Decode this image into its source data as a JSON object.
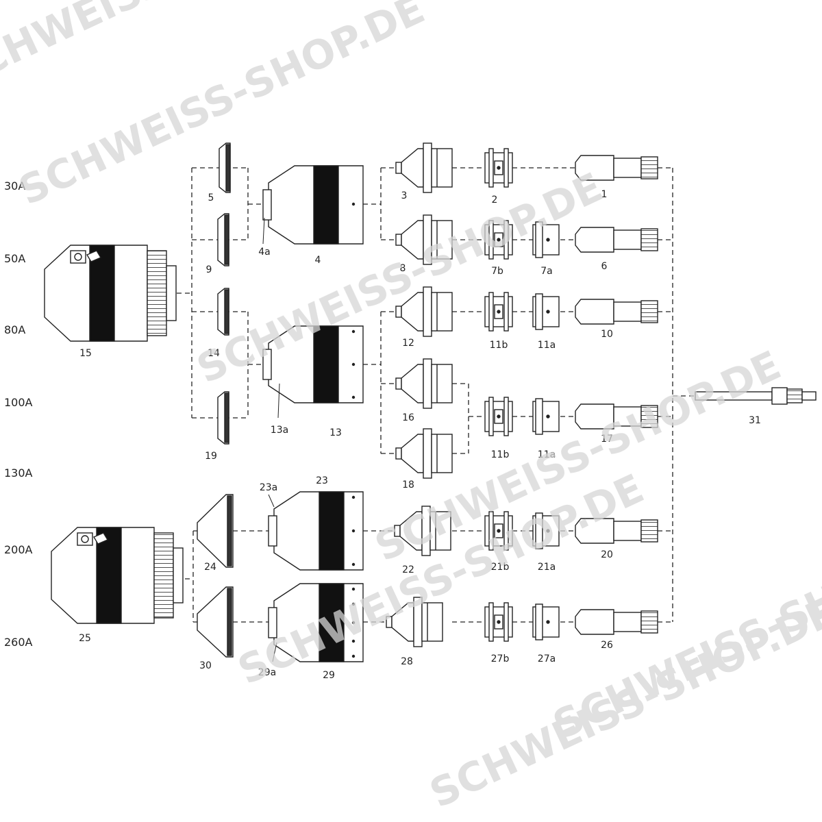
{
  "amperages": [
    "30A",
    "50A",
    "80A",
    "100A",
    "130A",
    "200A",
    "260A"
  ],
  "watermark": {
    "text": "SCHWEISS-SHOP.DE",
    "color": "#d4d4d4"
  },
  "parts": {
    "p1": "1",
    "p2": "2",
    "p3": "3",
    "p4": "4",
    "p4a": "4a",
    "p5": "5",
    "p6": "6",
    "p7a": "7a",
    "p7b": "7b",
    "p8": "8",
    "p9": "9",
    "p10": "10",
    "p11a": "11a",
    "p11b": "11b",
    "p12": "12",
    "p13": "13",
    "p13a": "13a",
    "p14": "14",
    "p15": "15",
    "p16": "16",
    "p17": "17",
    "p11a_2": "11a",
    "p11b_2": "11b",
    "p18": "18",
    "p19": "19",
    "p20": "20",
    "p21a": "21a",
    "p21b": "21b",
    "p22": "22",
    "p23": "23",
    "p23a": "23a",
    "p24": "24",
    "p25": "25",
    "p26": "26",
    "p27a": "27a",
    "p27b": "27b",
    "p28": "28",
    "p29": "29",
    "p29a": "29a",
    "p30": "30",
    "p31": "31"
  }
}
